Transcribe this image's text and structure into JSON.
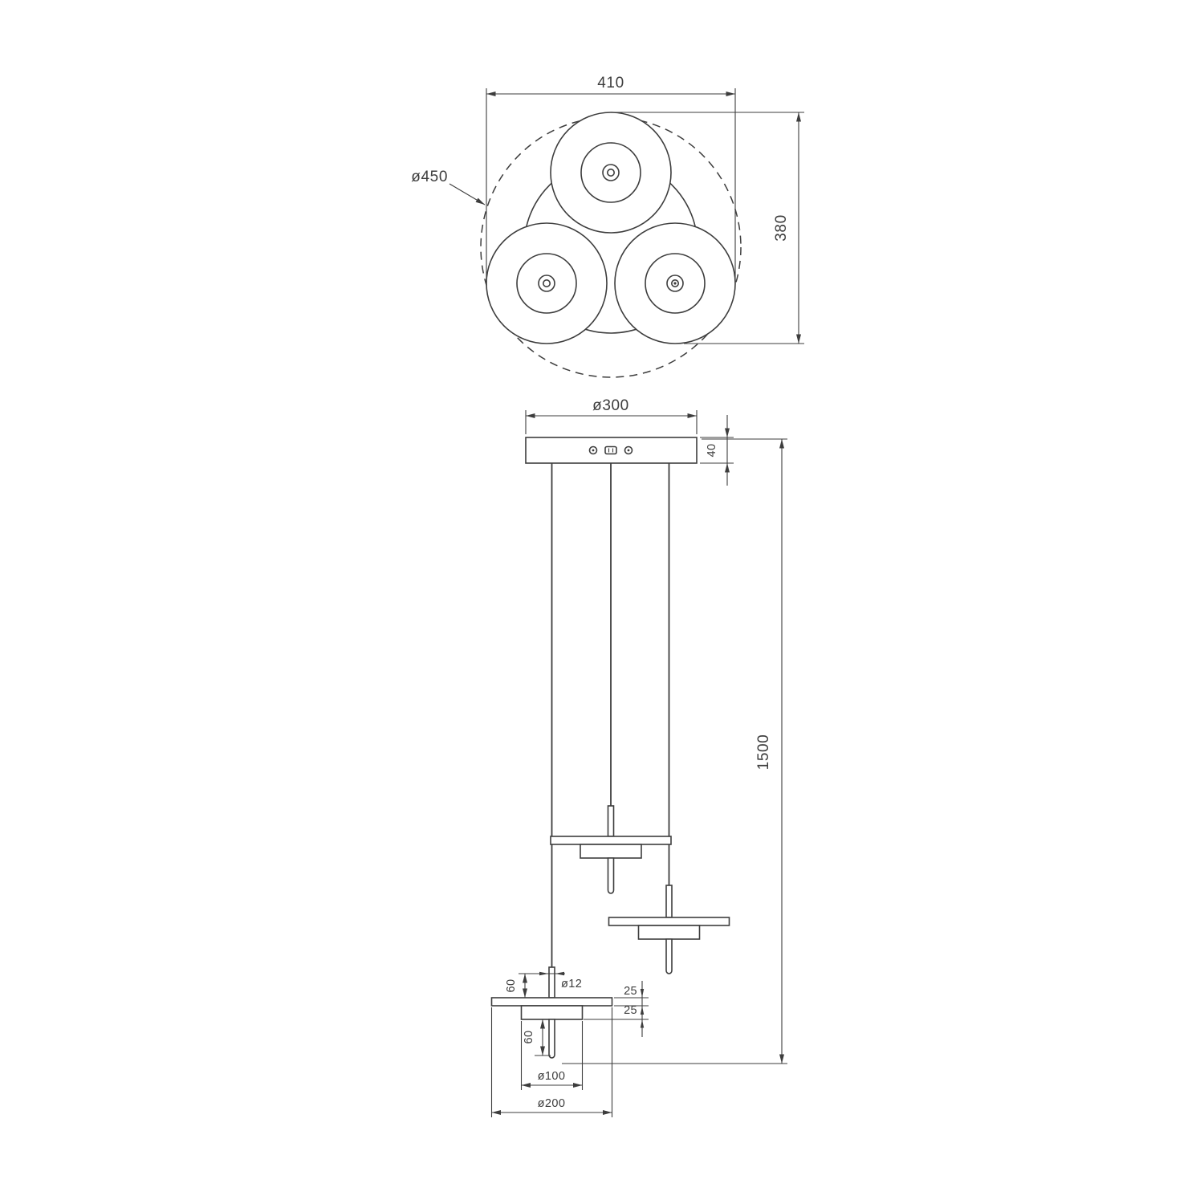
{
  "colors": {
    "line": "#3d3d3d",
    "background": "#ffffff"
  },
  "top_view": {
    "width_dim": "410",
    "height_dim": "380",
    "outer_diameter_dim": "ø450"
  },
  "side_view": {
    "canopy_diameter_dim": "ø300",
    "canopy_thickness_dim": "40",
    "overall_drop_dim": "1500",
    "upper_stem_length_dim": "60",
    "stem_diameter_dim": "ø12",
    "shade_thickness_dim_a": "25",
    "shade_thickness_dim_b": "25",
    "lower_stem_length_dim": "60",
    "inner_disc_diameter_dim": "ø100",
    "outer_disc_diameter_dim": "ø200"
  }
}
